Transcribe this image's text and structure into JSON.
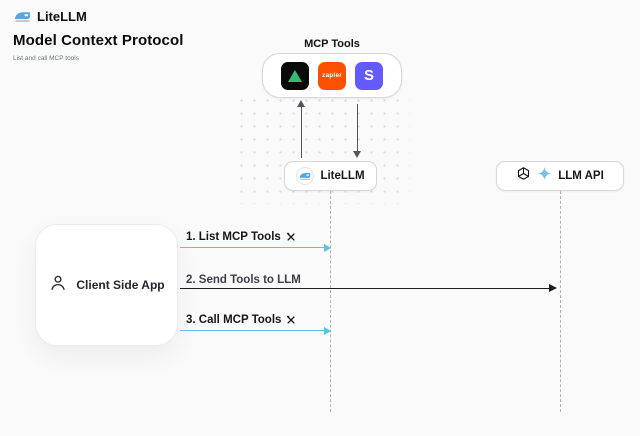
{
  "header": {
    "brand": "LiteLLM",
    "title": "Model Context Protocol",
    "subtitle": "List and call MCP tools"
  },
  "diagram": {
    "mcp_tools_label": "MCP Tools",
    "zapier_label": "zapier",
    "stripe_label": "S",
    "litellm_label": "LiteLLM",
    "llm_api_label": "LLM API",
    "client_label": "Client Side App",
    "steps": [
      {
        "label": "1. List MCP Tools"
      },
      {
        "label": "2. Send Tools to LLM"
      },
      {
        "label": "3. Call MCP Tools"
      }
    ]
  },
  "icons": {
    "brand": "train-icon",
    "tool_1": "green-triangle-icon",
    "tool_2": "zapier-icon",
    "tool_3": "stripe-icon",
    "litellm_node": "train-icon",
    "llm_1": "openai-icon",
    "llm_2": "gemini-icon",
    "client": "person-icon",
    "step_suffix": "tools-icon"
  },
  "colors": {
    "background": "#fafafa",
    "step_blue": "#5bc0ea",
    "step_black": "#1b1b1b",
    "zapier_bg": "#ff4f00",
    "stripe_bg": "#635bff",
    "tool_dark_bg": "#0a0a0a",
    "triangle_green": "#2fbf71"
  }
}
